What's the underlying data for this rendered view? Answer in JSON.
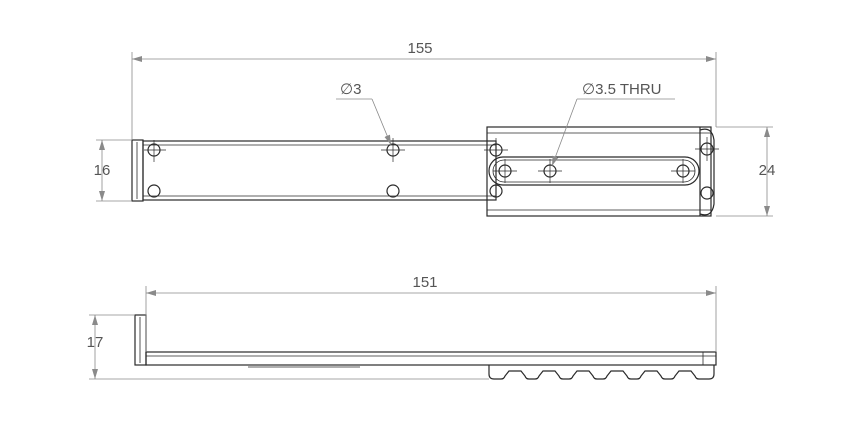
{
  "dimensions": {
    "top_overall_length": "155",
    "hole_small_diameter": "3",
    "hole_large_callout": "3.5 THRU",
    "diameter_symbol": "∅",
    "left_height": "16",
    "right_height": "24",
    "bottom_overall_length": "151",
    "side_height": "17"
  },
  "colors": {
    "part_line": "#2a2a2a",
    "dimension_line": "#8a8a8a",
    "dimension_text": "#555555",
    "background": "#ffffff"
  }
}
